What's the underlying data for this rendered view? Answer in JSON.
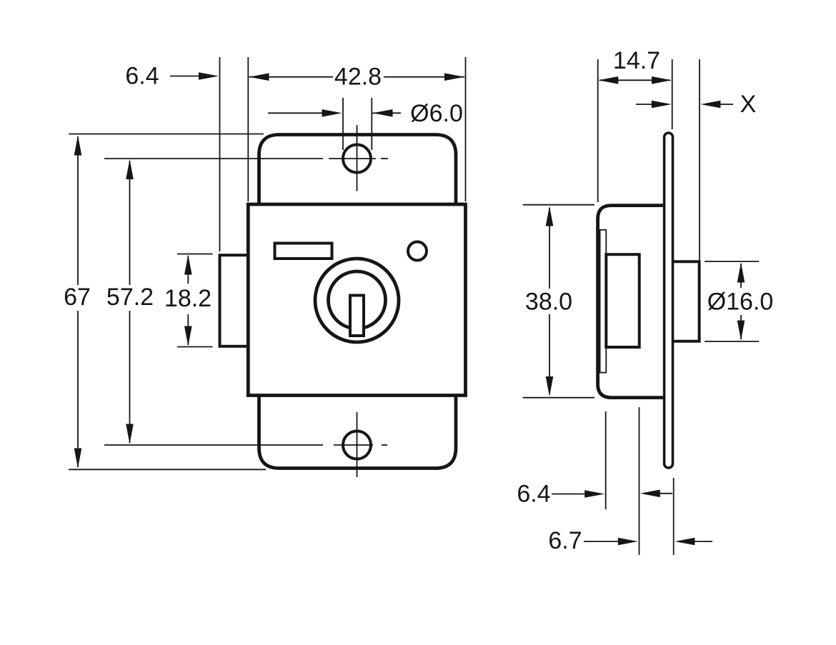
{
  "diagram": {
    "type": "technical-drawing",
    "subject": "cam-lock two-view dimensioned drawing",
    "colors": {
      "line": "#161616",
      "background": "#ffffff"
    },
    "views": {
      "front": {
        "dimensions": {
          "latch_projection": "6.4",
          "body_width": "42.8",
          "mount_hole_diameter": "Ø6.0",
          "overall_height": "67",
          "hole_centers": "57.2",
          "latch_height": "18.2"
        }
      },
      "side": {
        "dimensions": {
          "depth": "14.7",
          "panel_thickness": "X",
          "body_height": "38.0",
          "barrel_diameter": "Ø16.0",
          "bolt_offset": "6.4",
          "cam_offset": "6.7"
        }
      }
    }
  }
}
